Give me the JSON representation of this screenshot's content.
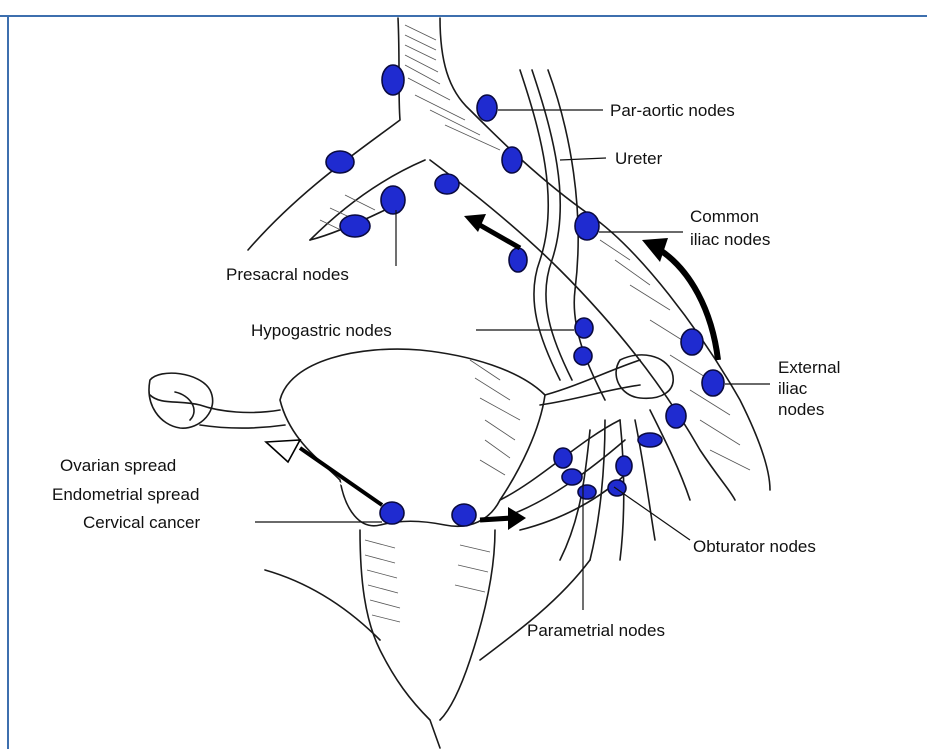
{
  "labels": {
    "para_aortic": "Par-aortic nodes",
    "ureter": "Ureter",
    "common_iliac_1": "Common",
    "common_iliac_2": "iliac nodes",
    "presacral": "Presacral nodes",
    "hypogastric": "Hypogastric nodes",
    "external_iliac_1": "External",
    "external_iliac_2": "iliac",
    "external_iliac_3": "nodes",
    "ovarian_spread": "Ovarian spread",
    "endometrial_spread": "Endometrial spread",
    "cervical_cancer": "Cervical cancer",
    "obturator": "Obturator nodes",
    "parametrial": "Parametrial nodes"
  },
  "colors": {
    "node_fill": "#1f2bd0",
    "frame": "#3d6fae"
  }
}
